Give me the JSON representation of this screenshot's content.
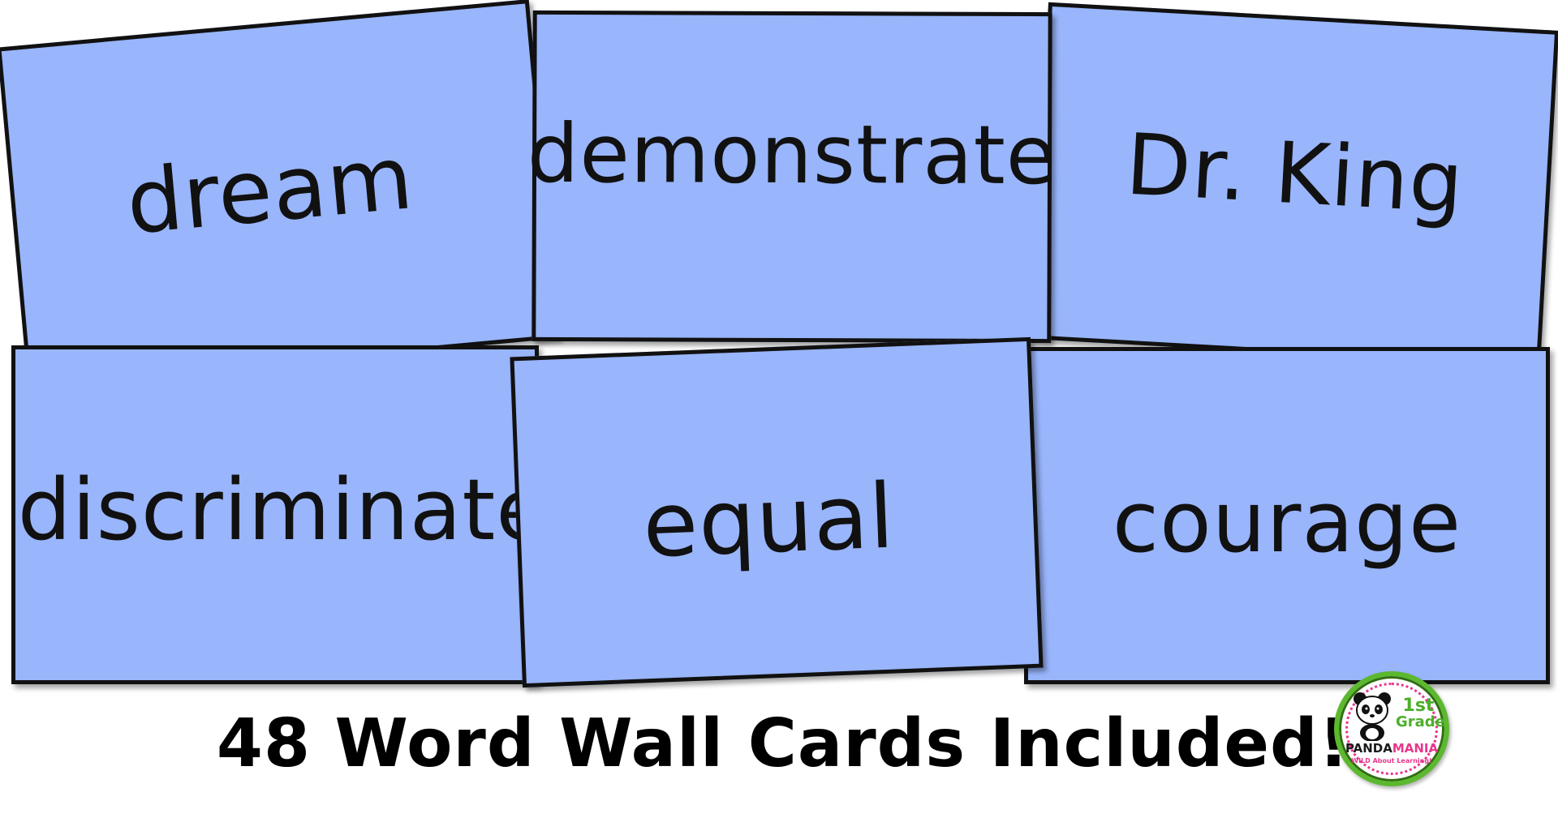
{
  "cards": [
    {
      "word": "dream"
    },
    {
      "word": "demonstrate"
    },
    {
      "word": "Dr. King"
    },
    {
      "word": "discriminate"
    },
    {
      "word": "equal"
    },
    {
      "word": "courage"
    }
  ],
  "caption": "48 Word Wall Cards Included!",
  "logo": {
    "grade_number": "1st",
    "grade_word": "Grade",
    "name_part1": "PANDA",
    "name_part2": "MANIA",
    "tagline": "WILD About Learning!",
    "icon": "panda-icon"
  },
  "colors": {
    "card_fill": "#99b5fc",
    "card_border": "#111111",
    "logo_green": "#5cb82e",
    "logo_pink": "#e8378b"
  }
}
